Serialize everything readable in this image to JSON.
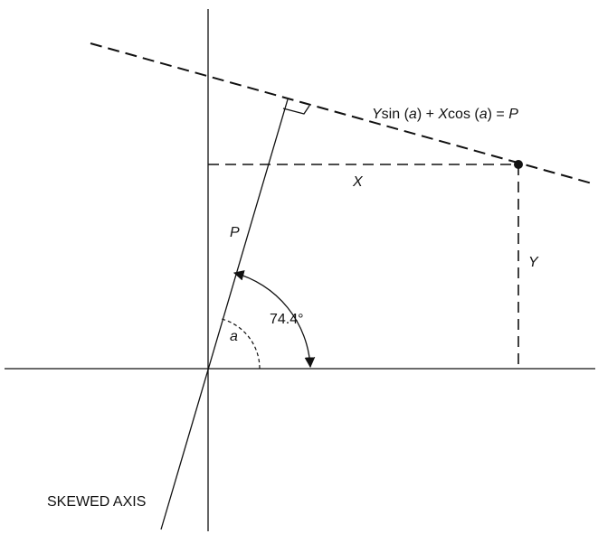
{
  "labels": {
    "line_eq": {
      "y_var": "Y",
      "sin_part": "sin (",
      "angle1": "a",
      "mid_part": ") + ",
      "x_var": "X",
      "cos_part": "cos (",
      "angle2": "a",
      "end_part": ") = ",
      "p_var": "P"
    },
    "x_dist": "X",
    "y_dist": "Y",
    "p_dist": "P",
    "angle_value": "74.4°",
    "angle_symbol": "a",
    "skewed_axis": "SKEWED AXIS"
  },
  "colors": {
    "ink": "#111111",
    "background": "#ffffff"
  }
}
